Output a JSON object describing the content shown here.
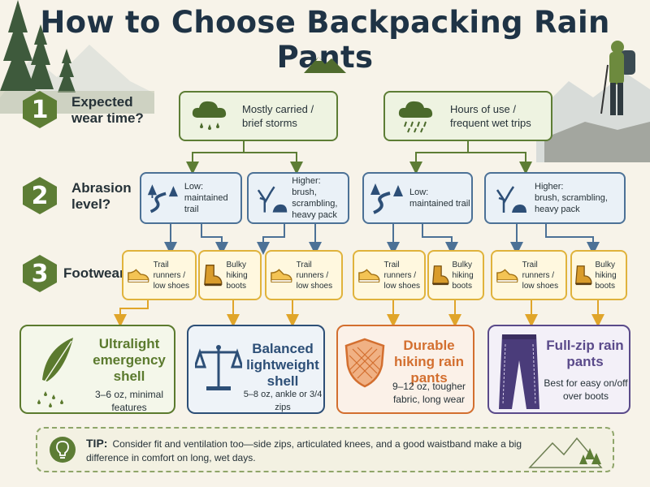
{
  "title": "How to Choose Backpacking Rain Pants",
  "steps": [
    {
      "number": "1",
      "label": "Expected wear time?"
    },
    {
      "number": "2",
      "label": "Abrasion level?"
    },
    {
      "number": "3",
      "label": "Footwear?"
    }
  ],
  "wear_time": {
    "left": "Mostly carried / brief storms",
    "right": "Hours of use / frequent wet trips"
  },
  "abrasion": {
    "low_label": "Low:",
    "low_sub": "maintained trail",
    "high_label": "Higher:",
    "high_sub": "brush, scrambling, heavy pack"
  },
  "footwear": {
    "trail": "Trail runners / low shoes",
    "bulky": "Bulky hiking boots"
  },
  "results": [
    {
      "title": "Ultralight emergency shell",
      "sub": "3–6 oz, minimal features",
      "color": "#5b7a2e"
    },
    {
      "title": "Balanced lightweight shell",
      "sub": "5–8 oz, ankle or 3/4 zips",
      "color": "#2d4f77"
    },
    {
      "title": "Durable hiking rain pants",
      "sub": "9–12 oz, tougher fabric, long wear",
      "color": "#d36f2f"
    },
    {
      "title": "Full-zip rain pants",
      "sub": "Best for easy on/off over boots",
      "color": "#5a4a8a"
    }
  ],
  "tip": {
    "label": "TIP:",
    "text": "Consider fit and ventilation too—side zips, articulated knees, and a good waistband make a big difference in comfort on long, wet days."
  },
  "colors": {
    "green": "#5d7d35",
    "blue": "#4c7196",
    "yellow": "#e0b33c",
    "orange": "#d36f2f",
    "purple": "#5a4a8a"
  }
}
